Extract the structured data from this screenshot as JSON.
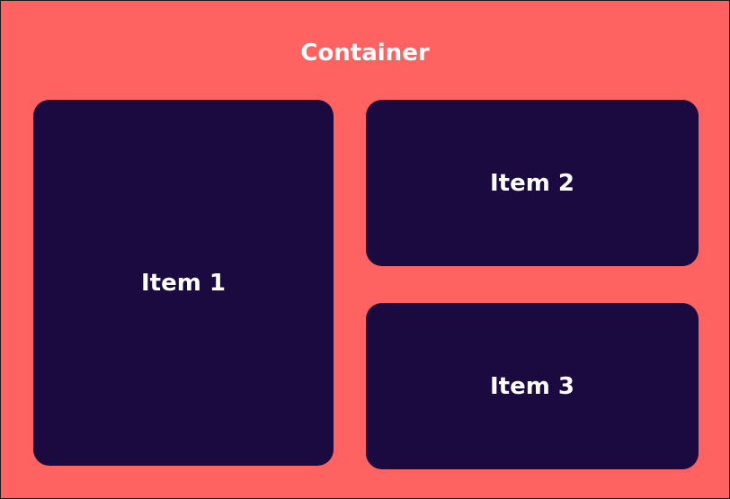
{
  "container": {
    "title": "Container",
    "background_color": "#ff6361"
  },
  "items": [
    {
      "label": "Item 1",
      "background_color": "#1b0a40"
    },
    {
      "label": "Item 2",
      "background_color": "#1b0a40"
    },
    {
      "label": "Item 3",
      "background_color": "#1b0a40"
    }
  ]
}
